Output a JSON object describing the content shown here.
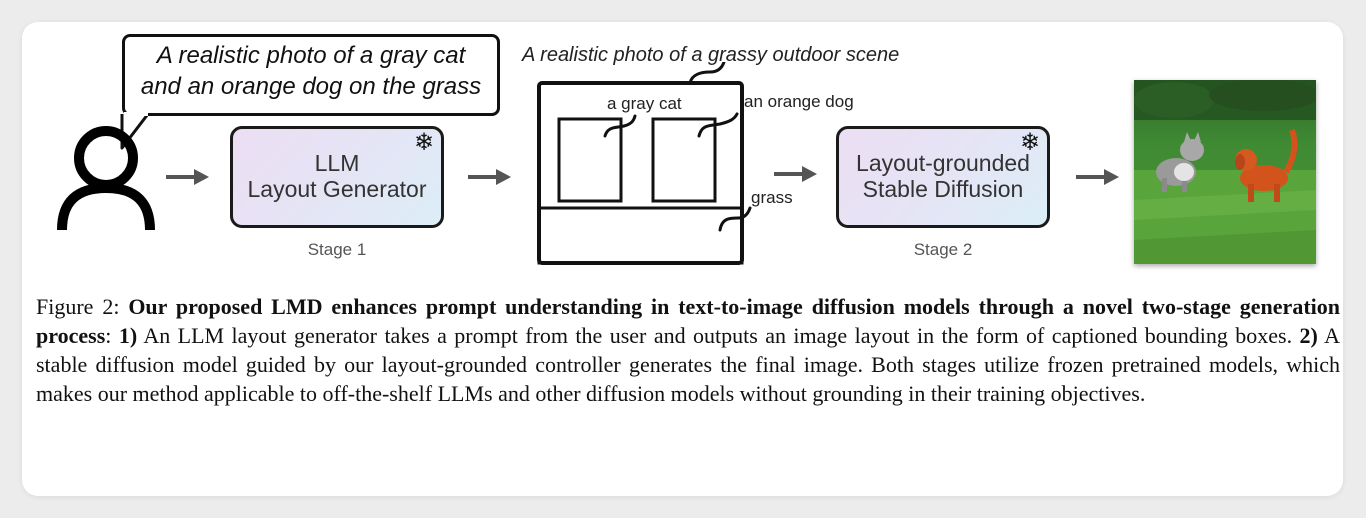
{
  "bubble": {
    "line1": "A realistic photo of a gray cat",
    "line2": "and an orange dog on the grass"
  },
  "stage1": {
    "title_line1": "LLM",
    "title_line2": "Layout Generator",
    "label": "Stage 1"
  },
  "layout": {
    "caption": "A realistic photo of a grassy outdoor scene",
    "label_cat": "a gray cat",
    "label_dog": "an orange dog",
    "label_grass": "grass"
  },
  "stage2": {
    "title_line1": "Layout-grounded",
    "title_line2": "Stable Diffusion",
    "label": "Stage 2"
  },
  "icons": {
    "frozen": "snowflake-icon",
    "user": "user-icon",
    "arrow": "arrow-right-icon"
  },
  "caption": {
    "prefix": "Figure 2: ",
    "bold_title": "Our proposed LMD enhances prompt understanding in text-to-image diffusion models through a novel two-stage generation process",
    "sep": ": ",
    "n1": "1)",
    "t1": " An LLM layout generator takes a prompt from the user and outputs an image layout in the form of captioned bounding boxes. ",
    "n2": "2)",
    "t2": " A stable diffusion model guided by our layout-grounded controller generates the final image. Both stages utilize frozen pretrained models, which makes our method applicable to off-the-shelf LLMs and other diffusion models without grounding in their training objectives."
  }
}
